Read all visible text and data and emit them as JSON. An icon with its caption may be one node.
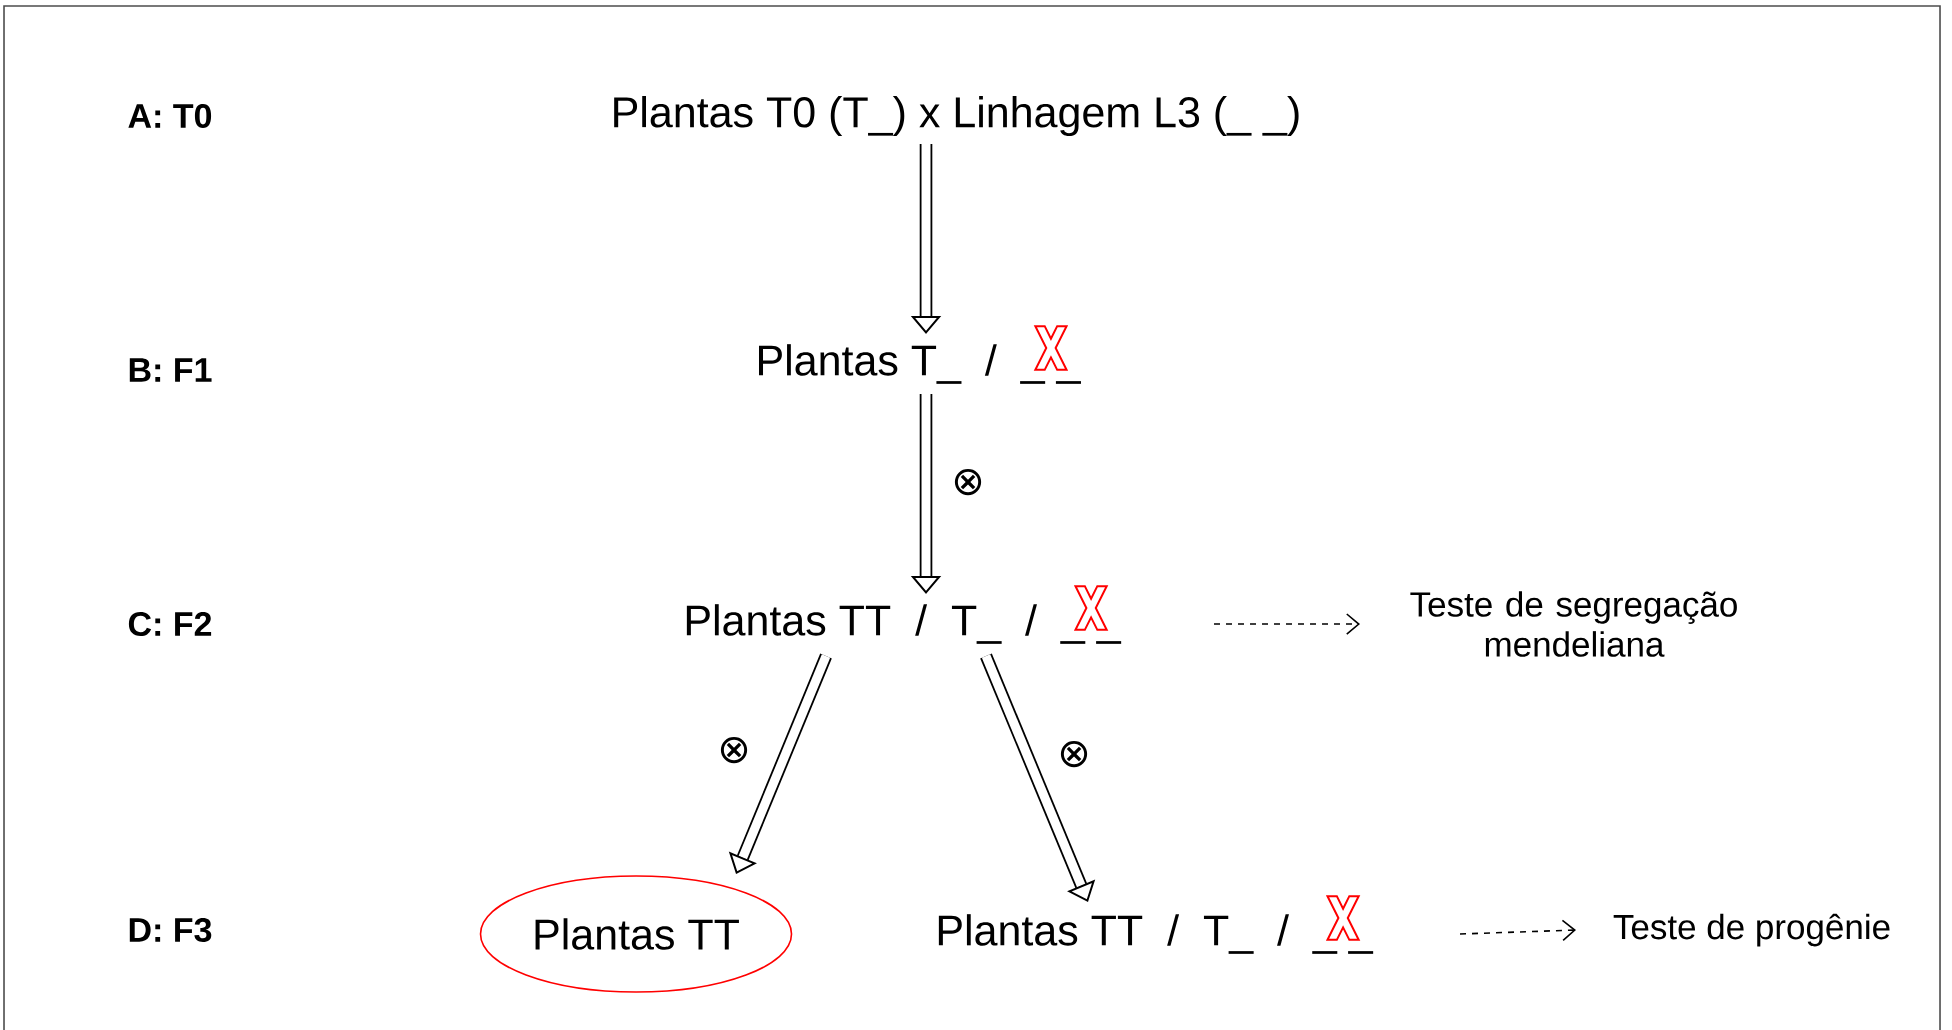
{
  "diagram": {
    "nodes": [
      {
        "text": [
          "Plantas T0 (T_) x Linhagem L3 (_ _)"
        ]
      },
      {
        "text": [
          "Plantas T_  /  _ _"
        ]
      },
      {
        "text": [
          "Plantas TT  /  T_  /  _ _"
        ]
      },
      {
        "text": [
          "Teste de segregação mendeliana"
        ]
      },
      {
        "text": [
          "Plantas TT"
        ]
      },
      {
        "text": [
          "Plantas TT  /  T_  /  _ _"
        ]
      },
      {
        "text": [
          "Teste de progênie"
        ]
      }
    ],
    "edges": [
      {
        "from": 0,
        "to": 1,
        "arrow": "to"
      },
      {
        "from": 1,
        "to": 2,
        "arrow": "to",
        "label": "⊗"
      },
      {
        "from": 2,
        "to": 4,
        "arrow": "to",
        "label": "⊗"
      },
      {
        "from": 2,
        "to": 5,
        "arrow": "to",
        "label": "⊗"
      },
      {
        "from": 2,
        "to": 3,
        "arrow": "to",
        "style": "dashed"
      },
      {
        "from": 5,
        "to": 6,
        "arrow": "to",
        "style": "dashed"
      }
    ],
    "labels": [
      "A: T0",
      "B: F1",
      "C: F2",
      "D: F3"
    ]
  }
}
